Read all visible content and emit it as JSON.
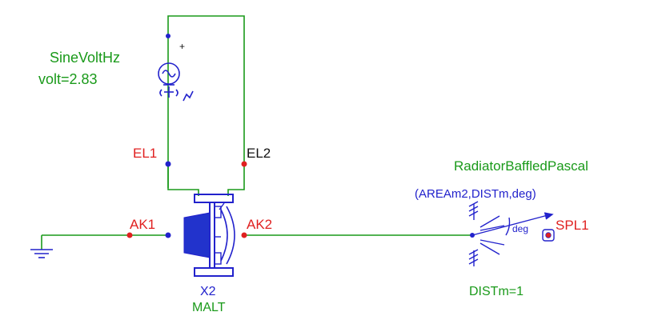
{
  "source": {
    "name": "SineVoltHz",
    "param": "volt=2.83",
    "plus": "+",
    "tilde": "~"
  },
  "nodes": {
    "el1": "EL1",
    "el2": "EL2",
    "ak1": "AK1",
    "ak2": "AK2",
    "spl1": "SPL1"
  },
  "driver": {
    "ref": "X2",
    "model": "MALT"
  },
  "radiator": {
    "name": "RadiatorBaffledPascal",
    "params": "(AREAm2,DISTm,deg)",
    "dist": "DISTm=1",
    "angle": "deg"
  },
  "colors": {
    "wire": "#1a9a1a",
    "component": "#2222cc",
    "node": "#e02020",
    "label": "#1a9a1a"
  }
}
